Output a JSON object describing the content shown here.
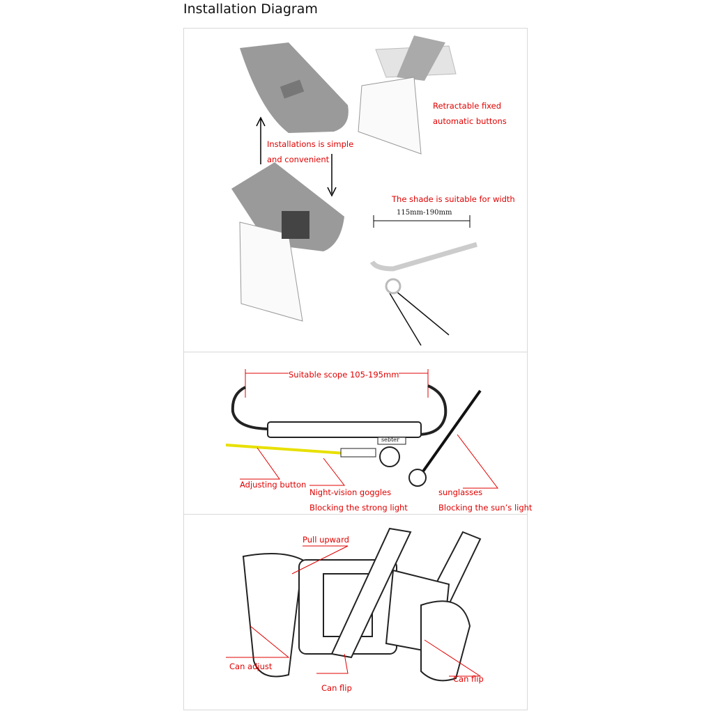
{
  "title": "Installation Diagram",
  "panel1": {
    "retractable_line1": "Retractable fixed",
    "retractable_line2": "automatic buttons",
    "install_line1": "Installations is simple",
    "install_line2": "and convenient",
    "width_label": "The shade is suitable for width",
    "width_range": "115mm-190mm"
  },
  "panel2": {
    "scope": "Suitable scope 105-195mm",
    "brand": "sebter",
    "adjusting": "Adjusting button",
    "night_vision": "Night-vision goggles",
    "night_vision_desc": "Blocking the strong light",
    "sunglasses": "sunglasses",
    "sunglasses_desc": "Blocking the sun’s light"
  },
  "panel3": {
    "pull_upward": "Pull upward",
    "can_adjust": "Can adjust",
    "can_flip_left": "Can flip",
    "can_flip_right": "Can flip"
  },
  "colors": {
    "label": "#e00000",
    "night_lens": "#e8e000",
    "visor": "#9a9a9a"
  }
}
